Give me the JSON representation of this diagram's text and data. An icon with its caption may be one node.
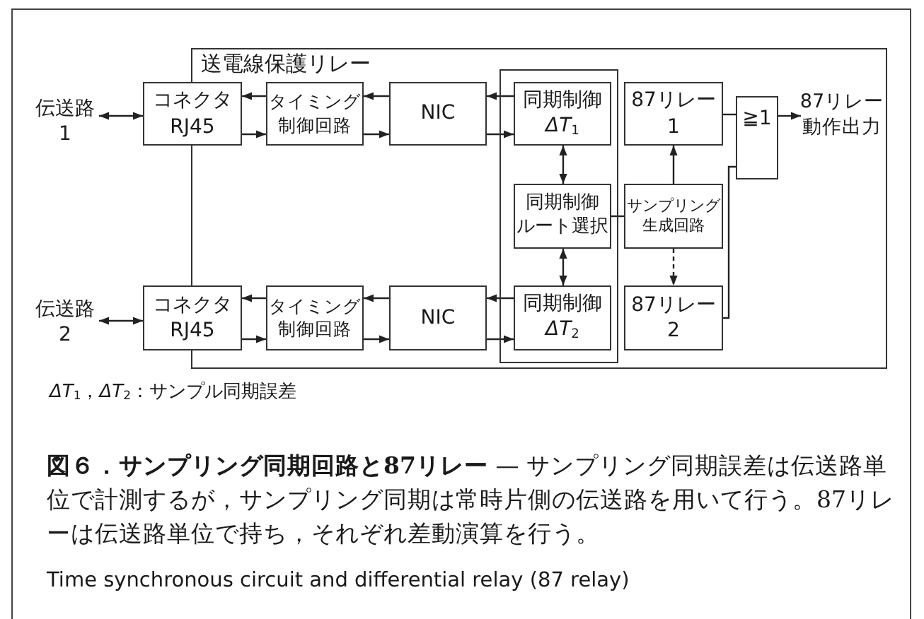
{
  "diagram": {
    "caption": "**図６．サンプリング同期回路と87リレー** — サンプリング同期誤差は伝送路単位で計測するが，サンプリング同期は常時片側の伝送路を用いて行う。87リレーは伝送路単位で持ち，それぞれ差動演算を行う。",
    "nodes": [
      {
        "text": [
          "送電線保護リレー"
        ]
      },
      {
        "text": [
          "伝送路",
          "1"
        ]
      },
      {
        "text": [
          "コネクタ",
          "RJ45"
        ]
      },
      {
        "text": [
          "タイミング",
          "制御回路"
        ],
        "in": 0
      },
      {
        "text": [
          "NIC"
        ],
        "in": 0
      },
      {
        "text": [],
        "shape": "box",
        "in": 0
      },
      {
        "text": [
          "同期制御",
          "*ΔT*$_{1}$"
        ],
        "in": 5
      },
      {
        "text": [
          "同期制御",
          "ルート選択"
        ],
        "in": 5
      },
      {
        "text": [
          "同期制御",
          "*ΔT*$_{2}$"
        ],
        "in": 5
      },
      {
        "text": [
          "87リレー",
          "1"
        ],
        "in": 0
      },
      {
        "text": [
          "サンプリング",
          "生成回路"
        ],
        "in": 0
      },
      {
        "text": [
          "87リレー",
          "2"
        ],
        "in": 0
      },
      {
        "text": [
          "≧1"
        ],
        "in": 0
      },
      {
        "text": [
          "87リレー",
          "動作出力"
        ],
        "in": 0
      },
      {
        "text": [
          "伝送路",
          "2"
        ]
      },
      {
        "text": [
          "コネクタ",
          "RJ45"
        ]
      },
      {
        "text": [
          "タイミング",
          "制御回路"
        ],
        "in": 0
      },
      {
        "text": [
          "NIC"
        ],
        "in": 0
      }
    ],
    "edges": [
      {
        "from": 1,
        "to": 2,
        "arrow": "both"
      },
      {
        "from": 3,
        "to": 2,
        "arrow": "to"
      },
      {
        "from": 2,
        "to": 3,
        "arrow": "to"
      },
      {
        "from": 4,
        "to": 3,
        "arrow": "to"
      },
      {
        "from": 3,
        "to": 4,
        "arrow": "to"
      },
      {
        "from": 6,
        "to": 4,
        "arrow": "to"
      },
      {
        "from": 4,
        "to": 6,
        "arrow": "to"
      },
      {
        "from": 6,
        "to": 7,
        "arrow": "both"
      },
      {
        "from": 7,
        "to": 8,
        "arrow": "both"
      },
      {
        "from": 7,
        "to": 10,
        "arrow": "none"
      },
      {
        "from": 10,
        "to": 9,
        "arrow": "to"
      },
      {
        "from": 10,
        "to": 11,
        "arrow": "to",
        "style": "dashed"
      },
      {
        "from": 9,
        "to": 12,
        "arrow": "none"
      },
      {
        "from": 11,
        "to": 12,
        "arrow": "none"
      },
      {
        "from": 12,
        "to": 13,
        "arrow": "to"
      },
      {
        "from": 14,
        "to": 15,
        "arrow": "both"
      },
      {
        "from": 16,
        "to": 15,
        "arrow": "to"
      },
      {
        "from": 15,
        "to": 16,
        "arrow": "to"
      },
      {
        "from": 17,
        "to": 16,
        "arrow": "to"
      },
      {
        "from": 16,
        "to": 17,
        "arrow": "to"
      },
      {
        "from": 8,
        "to": 17,
        "arrow": "to"
      },
      {
        "from": 17,
        "to": 8,
        "arrow": "to"
      }
    ],
    "labels": [
      "*ΔT*$_{1}$，*ΔT*$_{2}$：サンプル同期誤差",
      "Time synchronous circuit and differential relay (87 relay)"
    ]
  }
}
